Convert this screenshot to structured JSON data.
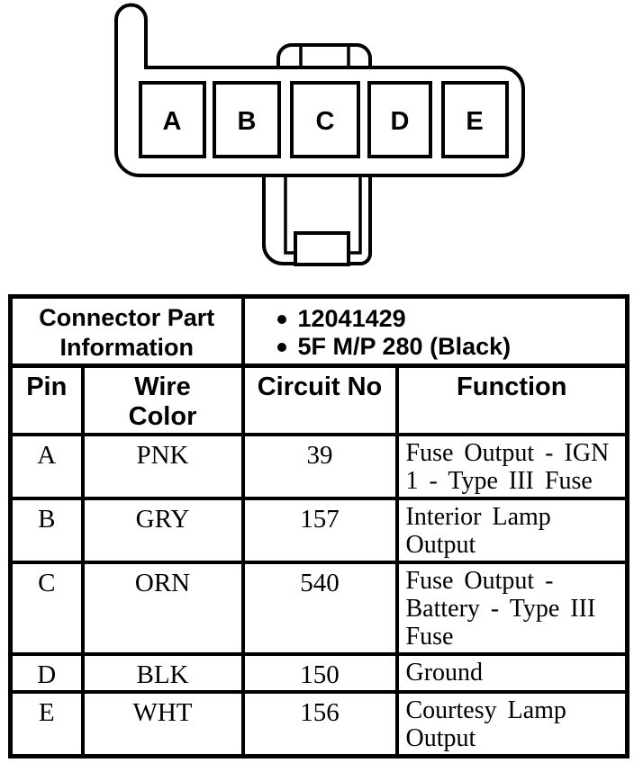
{
  "page": {
    "paper_color": "#ffffff",
    "ink_color": "#000000"
  },
  "connector": {
    "description": "5-cavity connector face view",
    "cavities": [
      {
        "label": "A"
      },
      {
        "label": "B"
      },
      {
        "label": "C"
      },
      {
        "label": "D"
      },
      {
        "label": "E"
      }
    ]
  },
  "table": {
    "part_info_label": "Connector Part\nInformation",
    "part_numbers": [
      "12041429",
      "5F M/P 280 (Black)"
    ],
    "headers": {
      "pin": "Pin",
      "wire_color": "Wire\nColor",
      "circuit_no": "Circuit No",
      "function": "Function"
    },
    "rows": [
      {
        "pin": "A",
        "wire_color": "PNK",
        "circuit_no": "39",
        "function": "Fuse Output - IGN 1 - Type III Fuse"
      },
      {
        "pin": "B",
        "wire_color": "GRY",
        "circuit_no": "157",
        "function": "Interior Lamp Output"
      },
      {
        "pin": "C",
        "wire_color": "ORN",
        "circuit_no": "540",
        "function": "Fuse Output - Battery - Type III Fuse"
      },
      {
        "pin": "D",
        "wire_color": "BLK",
        "circuit_no": "150",
        "function": "Ground"
      },
      {
        "pin": "E",
        "wire_color": "WHT",
        "circuit_no": "156",
        "function": "Courtesy Lamp Output"
      }
    ]
  }
}
